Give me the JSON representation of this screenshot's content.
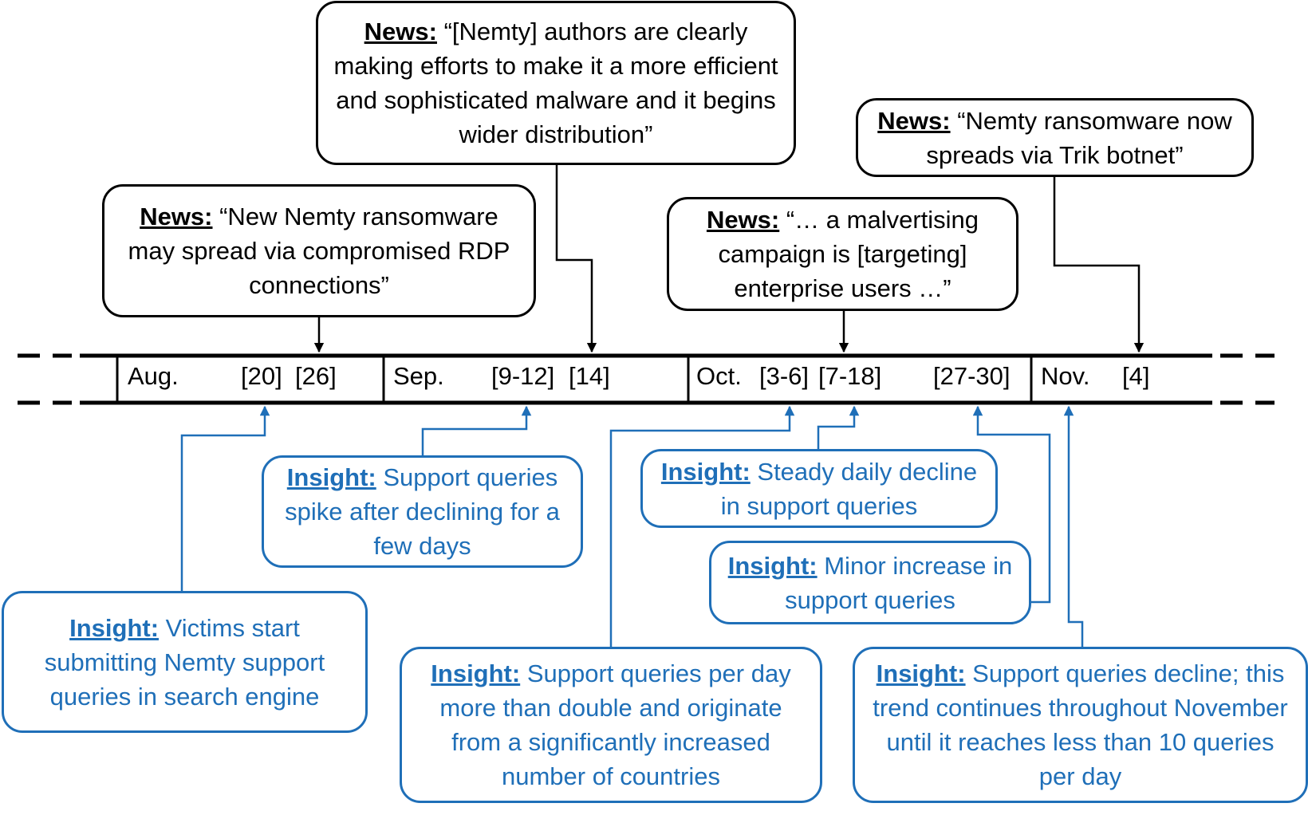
{
  "timeline": {
    "months": [
      {
        "name": "Aug.",
        "dates": [
          "[20]",
          "[26]"
        ]
      },
      {
        "name": "Sep.",
        "dates": [
          "[9-12]",
          "[14]"
        ]
      },
      {
        "name": "Oct.",
        "dates": [
          "[3-6]",
          "[7-18]",
          "[27-30]"
        ]
      },
      {
        "name": "Nov.",
        "dates": [
          "[4]"
        ]
      }
    ]
  },
  "news_label": "News:",
  "insight_label": "Insight:",
  "news": [
    {
      "text": " “New Nemty ransomware may spread via compromised RDP connections”"
    },
    {
      "text": " “[Nemty] authors are clearly making efforts to make it a more efficient and sophisticated malware and it begins wider distribution”"
    },
    {
      "text": " “… a malvertising campaign is [targeting] enterprise users …”"
    },
    {
      "text": " “Nemty ransomware now spreads via Trik botnet”"
    }
  ],
  "insights": [
    {
      "text": " Victims start submitting Nemty support queries in search engine"
    },
    {
      "text": " Support queries spike after declining for a few days"
    },
    {
      "text": " Support queries per day more than double and originate from a significantly increased number of countries"
    },
    {
      "text": " Steady daily decline in support queries"
    },
    {
      "text": " Minor increase in support queries"
    },
    {
      "text": " Support queries decline; this trend continues throughout November until it reaches less than 10 queries per day"
    }
  ],
  "colors": {
    "news": "#000000",
    "insight": "#1f6fb8"
  }
}
